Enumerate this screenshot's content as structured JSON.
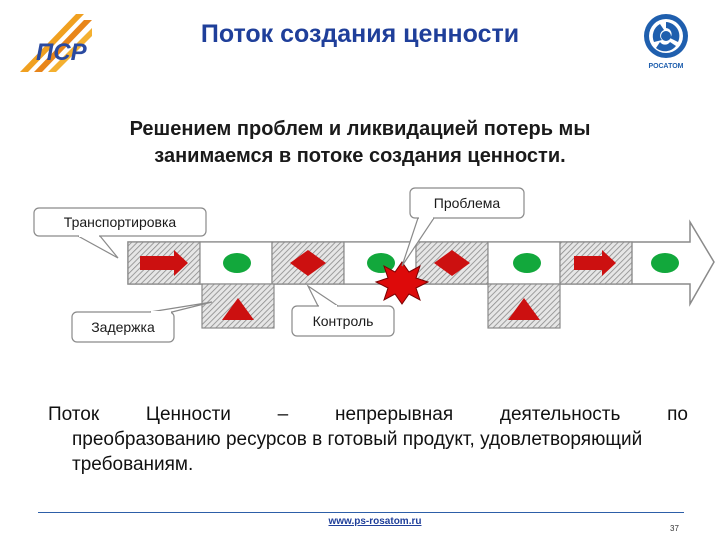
{
  "header": {
    "title": "Поток создания ценности",
    "left_logo_text": "ПСР",
    "right_logo_text": "РОСАТОМ"
  },
  "subtitle": {
    "line1": "Решением проблем и ликвидацией потерь мы",
    "line2": "занимаемся в потоке создания ценности."
  },
  "diagram": {
    "callouts": {
      "problem": "Проблема",
      "transport": "Транспортировка",
      "delay": "Задержка",
      "control": "Контроль"
    },
    "colors": {
      "red": "#cc1010",
      "green": "#12a83c",
      "arrow_fill": "#ffffff",
      "hatch": "#8a8a8a"
    }
  },
  "definition": {
    "words": [
      "Поток",
      "Ценности",
      "–",
      "непрерывная",
      "деятельность",
      "по"
    ],
    "rest": "преобразованию ресурсов в готовый продукт, удовлетворяющий требованиям."
  },
  "footer": {
    "url": "www.ps-rosatom.ru",
    "page_number": "37"
  }
}
